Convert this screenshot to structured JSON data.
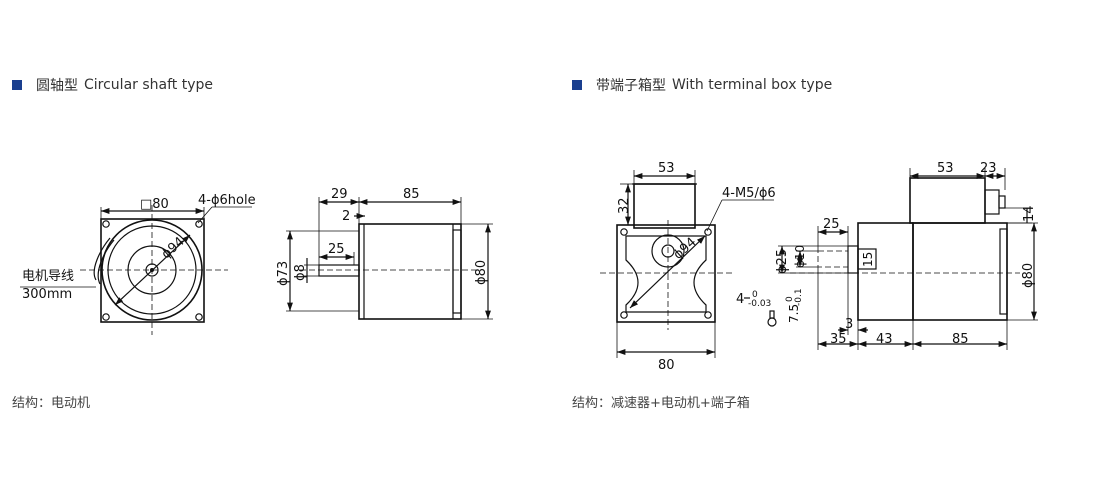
{
  "headings": {
    "left": {
      "cn": "圆轴型",
      "en": "Circular shaft type"
    },
    "right": {
      "cn": "带端子箱型",
      "en": "With terminal box type"
    }
  },
  "captions": {
    "left": "结构：电动机",
    "right": "结构：减速器+电动机+端子箱"
  },
  "left_drawing": {
    "square_size": "□80",
    "holes": "4-ϕ6hole",
    "bolt_circle": "ϕ94",
    "lead_label": "电机导线",
    "lead_length": "300mm",
    "dim_29": "29",
    "dim_85": "85",
    "dim_2": "2",
    "dim_25": "25",
    "dia_73": "ϕ73",
    "dia_8": "ϕ8",
    "dia_80": "ϕ80"
  },
  "right_drawing": {
    "dim_53_front": "53",
    "dim_32": "32",
    "holes": "4-M5/ϕ6",
    "bolt_circle": "ϕ94",
    "dim_80": "80",
    "key_label": "4",
    "key_tol_upper": "0",
    "key_tol_lower": "-0.03",
    "key_depth_text": "7.5",
    "key_depth_upper": "0",
    "key_depth_lower": "-0.1",
    "dim_53_side": "53",
    "dim_23": "23",
    "dim_14": "14",
    "dim_25": "25",
    "dia_25": "ϕ25",
    "dia_10": "ϕ10",
    "dim_15": "15",
    "dim_3": "3",
    "dim_35": "35",
    "dim_43": "43",
    "dim_85": "85",
    "dia_80": "ϕ80"
  },
  "colors": {
    "accent_square": "#1a3f8f"
  }
}
